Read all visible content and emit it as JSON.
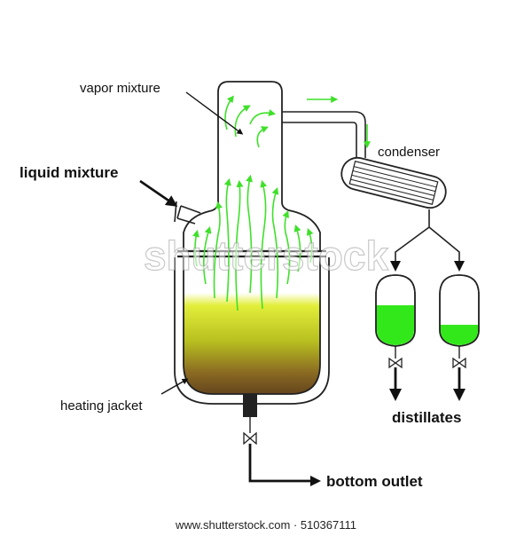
{
  "labels": {
    "vapor_mixture": "vapor mixture",
    "liquid_mixture": "liquid mixture",
    "condenser": "condenser",
    "heating_jacket": "heating jacket",
    "distillates": "distillates",
    "bottom_outlet": "bottom outlet"
  },
  "watermark": "shutterstock",
  "footer": "www.shutterstock.com · 510367111",
  "colors": {
    "vapor_arrow": "#3fe02a",
    "distillate": "#33e81a",
    "liquid_top": "#d9e830",
    "liquid_bottom": "#5b3c1c",
    "outline": "#222222"
  }
}
